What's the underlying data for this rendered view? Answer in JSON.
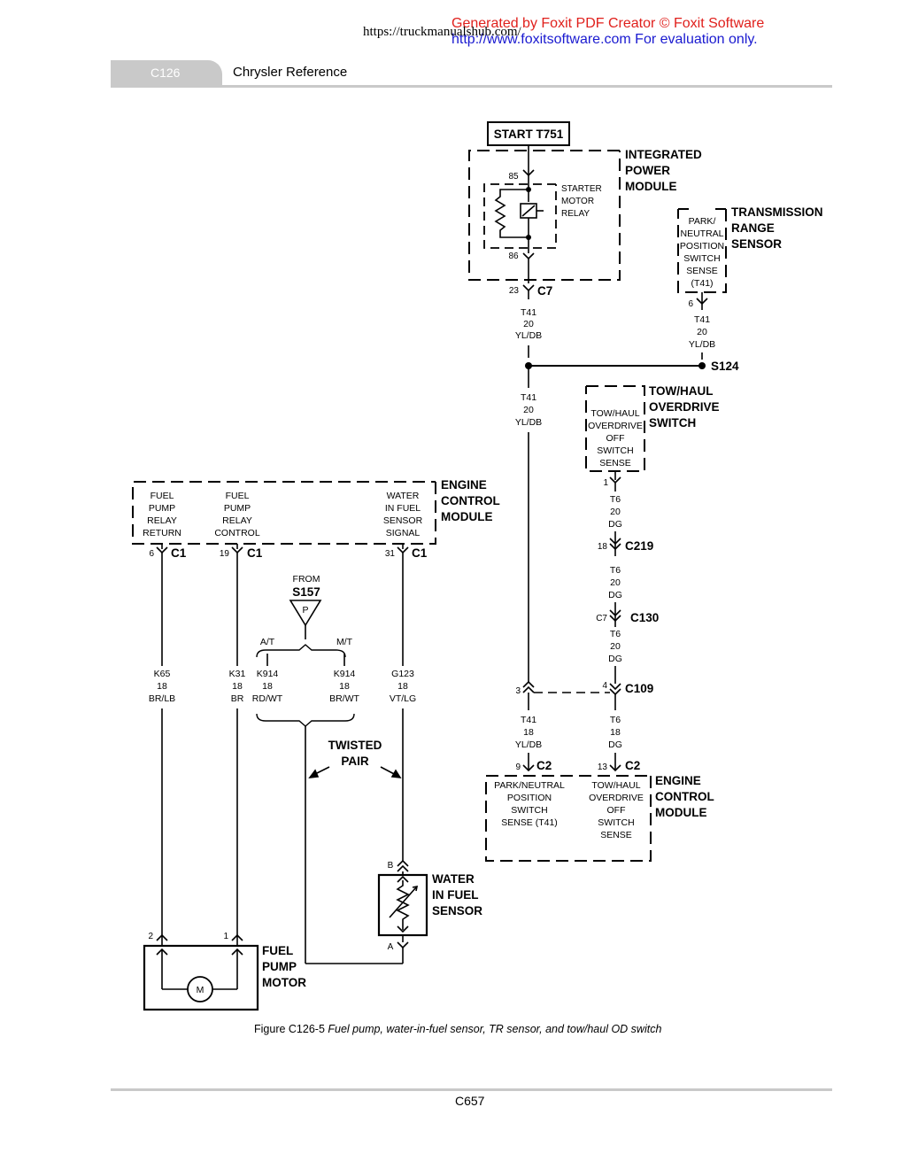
{
  "watermark": {
    "line1": "Generated by Foxit PDF Creator © Foxit Software",
    "line2": "http://www.foxitsoftware.com   For evaluation only."
  },
  "source_url": "https://truckmanualshub.com/",
  "header": {
    "tab": "C126",
    "title": "Chrysler Reference"
  },
  "caption": {
    "prefix": "Figure C126-5 ",
    "text": "Fuel pump, water-in-fuel sensor, TR sensor, and tow/haul OD switch"
  },
  "page_number": "C657",
  "diagram": {
    "start_box": "START T751",
    "ipm": {
      "title": [
        "INTEGRATED",
        "POWER",
        "MODULE"
      ],
      "pin_85": "85",
      "pin_86": "86",
      "relay_label": [
        "STARTER",
        "MOTOR",
        "RELAY"
      ],
      "pin_23": "23",
      "connector_c7": "C7"
    },
    "tr_sensor": {
      "title": [
        "TRANSMISSION",
        "RANGE",
        "SENSOR"
      ],
      "box_text": [
        "PARK/",
        "NEUTRAL",
        "POSITION",
        "SWITCH",
        "SENSE",
        "(T41)"
      ],
      "pin": "6"
    },
    "wire_t41_upper": [
      "T41",
      "20",
      "YL/DB"
    ],
    "wire_t41_right": [
      "T41",
      "20",
      "YL/DB"
    ],
    "wire_t41_mid": [
      "T41",
      "20",
      "YL/DB"
    ],
    "splice_s124": "S124",
    "tow_switch": {
      "title": [
        "TOW/HAUL",
        "OVERDRIVE",
        "SWITCH"
      ],
      "box_text": [
        "TOW/HAUL",
        "OVERDRIVE",
        "OFF",
        "SWITCH",
        "SENSE"
      ],
      "pin": "1"
    },
    "wire_t6_1": [
      "T6",
      "20",
      "DG"
    ],
    "c219": {
      "pin": "18",
      "name": "C219"
    },
    "wire_t6_2": [
      "T6",
      "20",
      "DG"
    ],
    "c130": {
      "pin": "C7",
      "name": "C130"
    },
    "wire_t6_3": [
      "T6",
      "20",
      "DG"
    ],
    "c109": {
      "pin_left": "3",
      "pin_right": "4",
      "name": "C109"
    },
    "wire_t41_lower": [
      "T41",
      "18",
      "YL/DB"
    ],
    "wire_t6_lower": [
      "T6",
      "18",
      "DG"
    ],
    "ecm_top": {
      "title": [
        "ENGINE",
        "CONTROL",
        "MODULE"
      ],
      "cell1": [
        "FUEL",
        "PUMP",
        "RELAY",
        "RETURN"
      ],
      "cell2": [
        "FUEL",
        "PUMP",
        "RELAY",
        "CONTROL"
      ],
      "cell3": [
        "WATER",
        "IN FUEL",
        "SENSOR",
        "SIGNAL"
      ],
      "pin1": "6",
      "pin2": "19",
      "pin3": "31",
      "conn": "C1"
    },
    "from_s157": {
      "from": "FROM",
      "splice": "S157",
      "symbol": "P"
    },
    "at": "A/T",
    "mt": "M/T",
    "wire_k65": [
      "K65",
      "18",
      "BR/LB"
    ],
    "wire_k31": [
      "K31",
      "18",
      "BR"
    ],
    "wire_k914_a": [
      "K914",
      "18",
      "RD/WT"
    ],
    "wire_k914_b": [
      "K914",
      "18",
      "BR/WT"
    ],
    "wire_g123": [
      "G123",
      "18",
      "VT/LG"
    ],
    "twisted_pair": [
      "TWISTED",
      "PAIR"
    ],
    "ecm_bottom": {
      "title": [
        "ENGINE",
        "CONTROL",
        "MODULE"
      ],
      "cell1": [
        "PARK/NEUTRAL",
        "POSITION",
        "SWITCH",
        "SENSE (T41)"
      ],
      "cell2": [
        "TOW/HAUL",
        "OVERDRIVE",
        "OFF",
        "SWITCH",
        "SENSE"
      ],
      "pin1": "9",
      "pin2": "13",
      "conn": "C2"
    },
    "wif_sensor": {
      "title": [
        "WATER",
        "IN FUEL",
        "SENSOR"
      ],
      "pin_b": "B",
      "pin_a": "A"
    },
    "fuel_pump": {
      "title": [
        "FUEL",
        "PUMP",
        "MOTOR"
      ],
      "pin2": "2",
      "pin1": "1",
      "motor": "M"
    }
  }
}
